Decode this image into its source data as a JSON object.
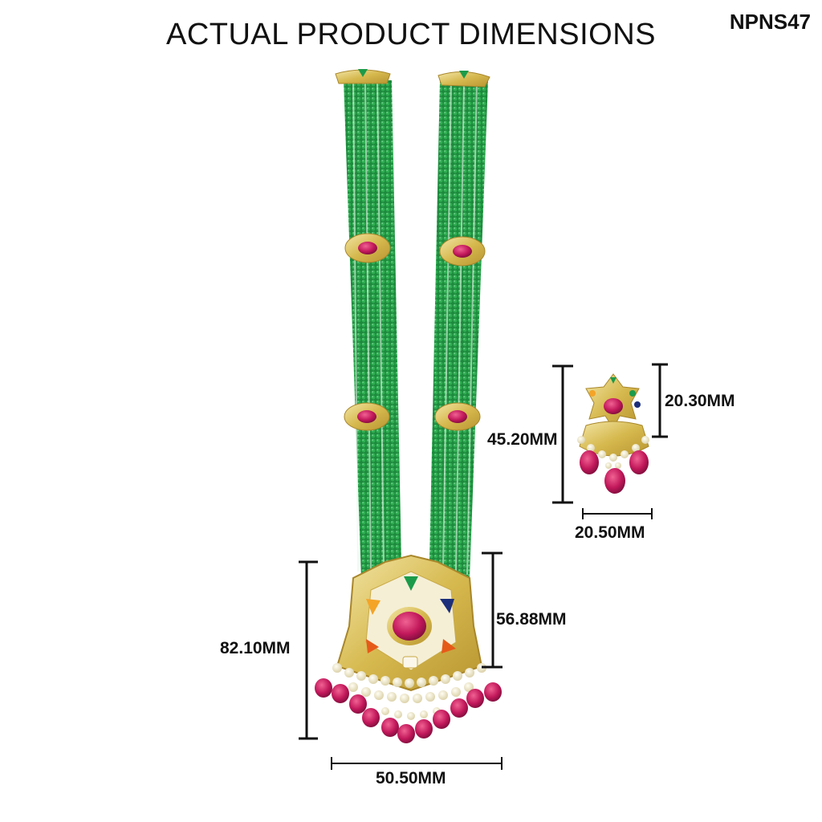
{
  "header": {
    "title": "ACTUAL PRODUCT DIMENSIONS",
    "product_code": "NPNS47"
  },
  "necklace": {
    "pendant_total_height": "82.10MM",
    "pendant_body_height": "56.88MM",
    "pendant_width": "50.50MM"
  },
  "earring": {
    "total_height": "45.20MM",
    "top_height": "20.30MM",
    "width": "20.50MM"
  },
  "colors": {
    "bead_green": "#1f8a3e",
    "gold": "#d8c27a",
    "ruby": "#c2185b",
    "dimension_line": "#111111"
  }
}
